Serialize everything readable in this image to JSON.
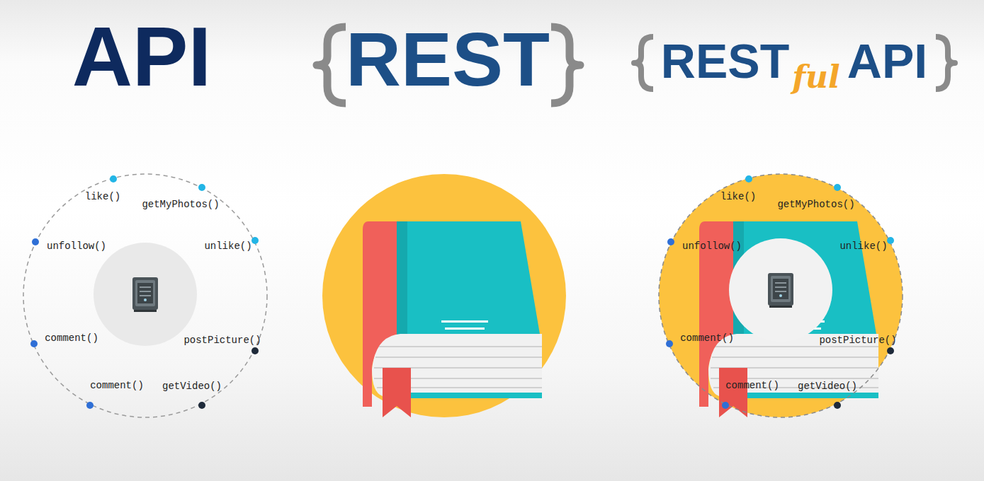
{
  "diagram": {
    "labels": [
      "API",
      "REST",
      "REST",
      "ful",
      "API",
      "like()",
      "getMyPhotos()",
      "unlike()",
      "unfollow()",
      "comment()",
      "postPicture()",
      "comment()",
      "getVideo()",
      "like()",
      "getMyPhotos()",
      "unlike()",
      "unfollow()",
      "comment()",
      "postPicture()",
      "comment()",
      "getVideo()"
    ]
  }
}
